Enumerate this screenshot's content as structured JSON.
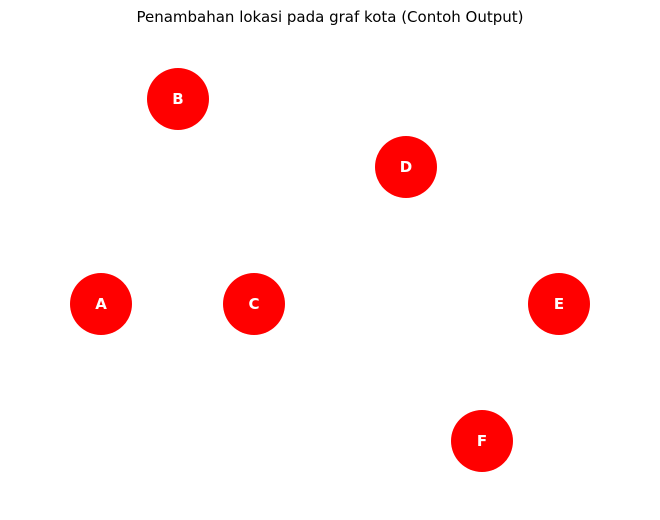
{
  "figure": {
    "title": "Penambahan lokasi pada graf kota (Contoh Output)"
  },
  "graph": {
    "node_color": "#ff0000",
    "label_color": "#ffffff",
    "nodes": [
      {
        "id": "A",
        "label": "A"
      },
      {
        "id": "B",
        "label": "B"
      },
      {
        "id": "C",
        "label": "C"
      },
      {
        "id": "D",
        "label": "D"
      },
      {
        "id": "E",
        "label": "E"
      },
      {
        "id": "F",
        "label": "F"
      }
    ],
    "edges": []
  }
}
